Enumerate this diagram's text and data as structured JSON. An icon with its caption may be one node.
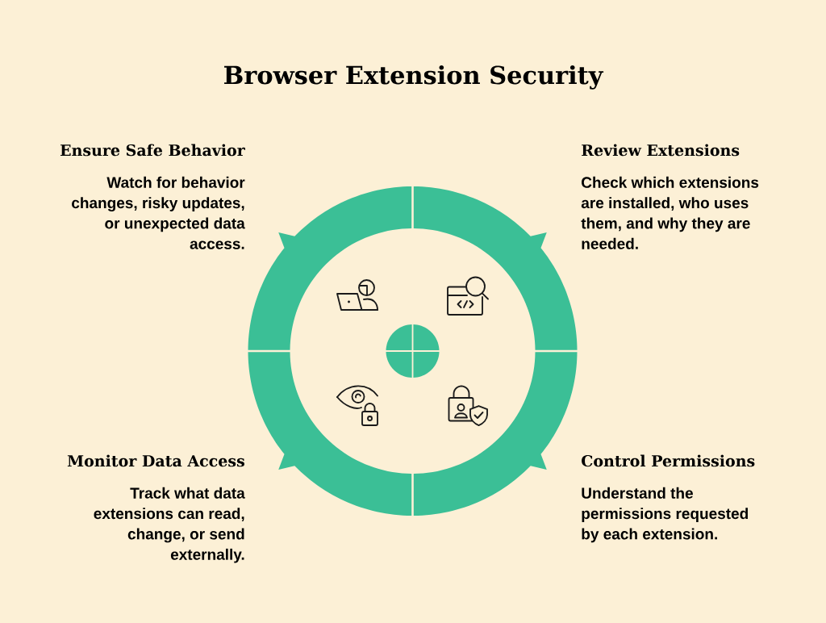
{
  "diagram": {
    "title": "Browser Extension Security",
    "nodes": [
      {
        "text": [
          "Ensure Safe Behavior",
          "Watch for behavior changes, risky updates, or unexpected data access."
        ]
      },
      {
        "text": [
          "Review Extensions",
          "Check which extensions are installed, who uses them, and why they are needed."
        ]
      },
      {
        "text": [
          "Monitor Data Access",
          "Track what data extensions can read, change, or send externally."
        ]
      },
      {
        "text": [
          "Control Permissions",
          "Understand the permissions requested by each extension."
        ]
      }
    ]
  }
}
